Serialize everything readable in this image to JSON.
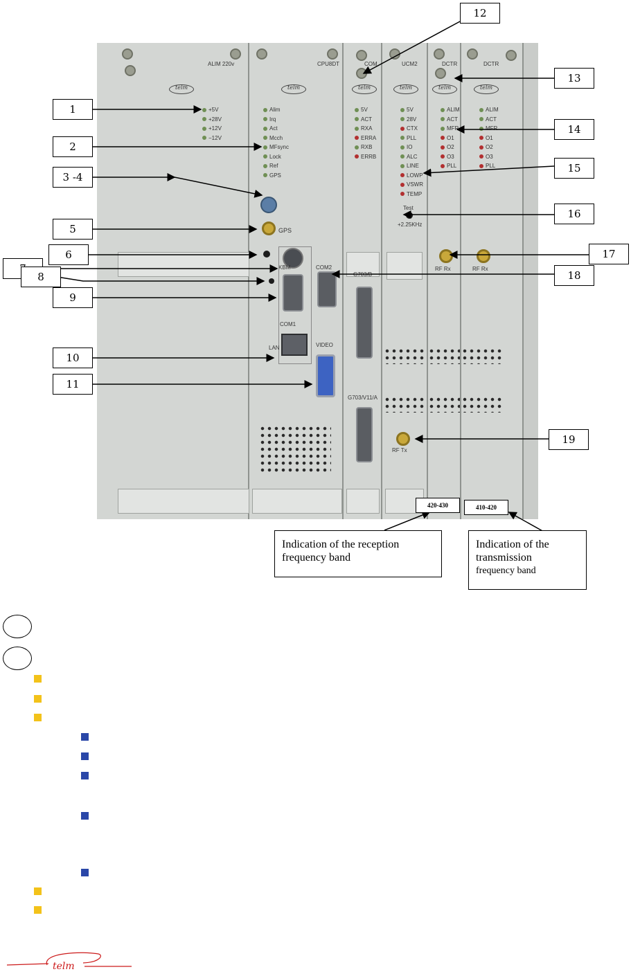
{
  "modules": {
    "alim": "ALIM 220v",
    "cpu": "CPU8DT",
    "com": "COM",
    "ucm": "UCM2",
    "dctr1": "DCTR",
    "dctr2": "DCTR"
  },
  "logo_text": "telm",
  "alim_leds": [
    "+5V",
    "+28V",
    "+12V",
    "−12V"
  ],
  "cpu_leds": [
    "Alim",
    "Irq",
    "Act",
    "Mcch",
    "MFsync",
    "Lock",
    "Ref",
    "GPS"
  ],
  "com_leds": [
    "5V",
    "ACT",
    "RXA",
    "ERRA",
    "RXB",
    "ERRB"
  ],
  "ucm_leds": [
    "5V",
    "28V",
    "CTX",
    "PLL",
    "IO",
    "ALC",
    "LINE",
    "LOWP",
    "VSWR",
    "TEMP"
  ],
  "dctr_leds": [
    "ALIM",
    "ACT",
    "MFR",
    "O1",
    "O2",
    "O3",
    "PLL"
  ],
  "ports": {
    "gps": "GPS",
    "kbm": "KBM",
    "com1": "COM1",
    "com2": "COM2",
    "lan": "LAN",
    "video": "VIDEO",
    "g703b": "G703/B",
    "g703a": "G703/V11/A",
    "test": "Test",
    "test_freq": "+2.25KHz",
    "rf_rx": "RF Rx",
    "rf_tx": "RF Tx"
  },
  "callouts": [
    "1",
    "2",
    "3 -4",
    "5",
    "6",
    "7",
    "8",
    "9",
    "10",
    "11",
    "12",
    "13",
    "14",
    "15",
    "16",
    "17",
    "18",
    "19"
  ],
  "bands": {
    "rx": "420-430",
    "tx": "410-420"
  },
  "notes": {
    "rx": "Indication of the reception frequency band",
    "tx_line1": "Indication of the",
    "tx_line2": "transmission",
    "tx_line3": "frequency band"
  },
  "colors": {
    "bullet_yellow": "#f3c21a",
    "bullet_blue": "#2a47a8",
    "logo_red": "#cc1a1a"
  }
}
